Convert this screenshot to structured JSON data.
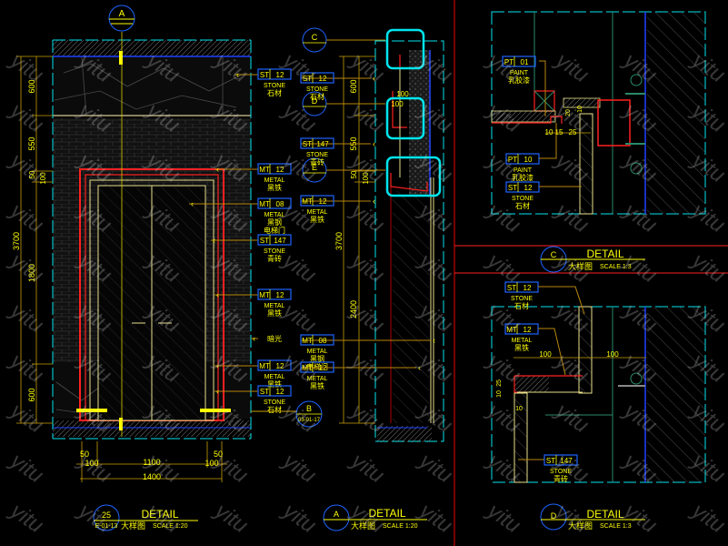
{
  "drawing": {
    "background_color": "#000000",
    "accent_colors": {
      "annotation": "#ffff00",
      "tag_border": "#1e64ff",
      "section_frame": "#00e5ee",
      "sheet_divider": "#ff2020",
      "leader": "#b8860b"
    },
    "watermark": "yitu"
  },
  "elevation": {
    "section_marker_top": "A",
    "section_marker_bottom": {
      "letter": "B",
      "sheet": "03-01-17"
    },
    "vertical_dims_outer": {
      "total": "3700"
    },
    "vertical_dims_inner": [
      "600",
      "550",
      "50",
      "100",
      "1800",
      "600"
    ],
    "horizontal_dims": {
      "top_row": [
        "50",
        "100",
        "1100",
        "100",
        "50"
      ],
      "total": "1400"
    },
    "tags": [
      {
        "code": "ST",
        "num": "12",
        "type": "STONE",
        "cn": "石材"
      },
      {
        "code": "MT",
        "num": "12",
        "type": "METAL",
        "cn": "黑铁"
      },
      {
        "code": "MT",
        "num": "08",
        "type": "METAL",
        "cn": "黑钢",
        "cn2": "电梯门"
      },
      {
        "code": "ST",
        "num": "147",
        "type": "STONE",
        "cn": "青砖"
      },
      {
        "code": "MT",
        "num": "12",
        "type": "METAL",
        "cn": "黑铁"
      },
      {
        "code": "",
        "num": "",
        "type": "",
        "cn": "暗光"
      },
      {
        "code": "MT",
        "num": "12",
        "type": "METAL",
        "cn": "黑铁"
      },
      {
        "code": "ST",
        "num": "12",
        "type": "STONE",
        "cn": "石材"
      }
    ],
    "title": {
      "number": "25",
      "sheet": "E-01-13",
      "label": "DETAIL",
      "cn": "大样图",
      "scale": "SCALE  1:20"
    }
  },
  "section_a": {
    "callouts": [
      "C",
      "D",
      "E"
    ],
    "vertical_dims_outer": {
      "total": "3700"
    },
    "vertical_dims_inner": [
      "600",
      "550",
      "50",
      "100",
      "2400"
    ],
    "small_dims": [
      "100",
      "100"
    ],
    "tags": [
      {
        "code": "ST",
        "num": "12",
        "type": "STONE",
        "cn": "石材"
      },
      {
        "code": "ST",
        "num": "147",
        "type": "STONE",
        "cn": "青砖"
      },
      {
        "code": "MT",
        "num": "12",
        "type": "METAL",
        "cn": "黑铁"
      },
      {
        "code": "MT",
        "num": "08",
        "type": "METAL",
        "cn": "黑钢",
        "cn2": "电梯门"
      },
      {
        "code": "MT",
        "num": "12",
        "type": "METAL",
        "cn": "黑铁"
      }
    ],
    "title": {
      "letter": "A",
      "label": "DETAIL",
      "cn": "大样图",
      "scale": "SCALE  1:20"
    }
  },
  "detail_c": {
    "tags": [
      {
        "code": "PT",
        "num": "01",
        "type": "PAINT",
        "cn": "乳胶漆"
      },
      {
        "code": "PT",
        "num": "10",
        "type": "PAINT",
        "cn": "乳胶漆"
      },
      {
        "code": "ST",
        "num": "12",
        "type": "STONE",
        "cn": "石材"
      }
    ],
    "dims": [
      "10",
      "15",
      "25",
      "20",
      "10"
    ],
    "title": {
      "letter": "C",
      "label": "DETAIL",
      "cn": "大样图",
      "scale": "SCALE  1:3"
    }
  },
  "detail_d": {
    "tags": [
      {
        "code": "ST",
        "num": "12",
        "type": "STONE",
        "cn": "石材"
      },
      {
        "code": "MT",
        "num": "12",
        "type": "METAL",
        "cn": "黑铁"
      },
      {
        "code": "ST",
        "num": "147",
        "type": "STONE",
        "cn": "青砖"
      }
    ],
    "dims": [
      "100",
      "100",
      "10",
      "25",
      "10"
    ],
    "title": {
      "letter": "D",
      "label": "DETAIL",
      "cn": "大样图",
      "scale": "SCALE  1:3"
    }
  }
}
